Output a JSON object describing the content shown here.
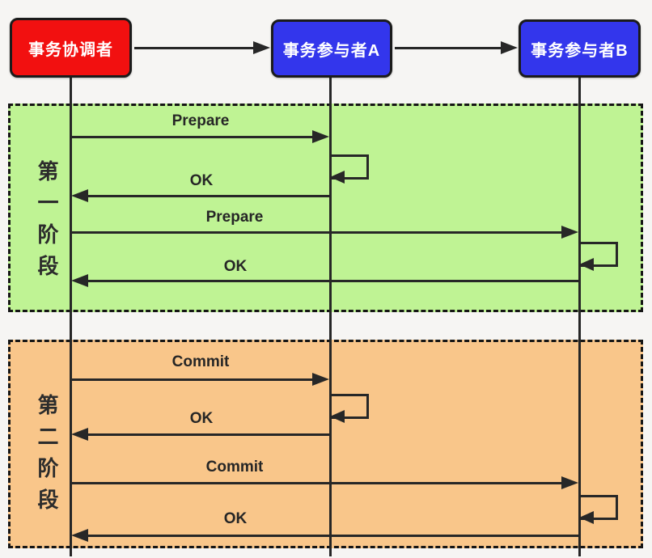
{
  "palette": {
    "background": "#f6f5f3",
    "coordinator_box": "#f21010",
    "participant_box": "#3336ec",
    "phase1_fill": "#bff394",
    "phase2_fill": "#f9c68a",
    "line_color": "#272727",
    "box_text": "#ffffff",
    "label_text": "#262626"
  },
  "actors": [
    {
      "id": "coordinator",
      "label": "事务协调者",
      "color": "#f21010"
    },
    {
      "id": "participant-a",
      "label": "事务参与者A",
      "color": "#3336ec"
    },
    {
      "id": "participant-b",
      "label": "事务参与者B",
      "color": "#3336ec"
    }
  ],
  "top_connectors": [
    {
      "from": "coordinator",
      "to": "participant-a"
    },
    {
      "from": "participant-a",
      "to": "participant-b"
    }
  ],
  "phases": [
    {
      "name": "第一阶段",
      "fill": "#bff394",
      "messages": [
        {
          "type": "message",
          "label": "Prepare",
          "from": "coordinator",
          "to": "participant-a",
          "direction": "right"
        },
        {
          "type": "self-loop",
          "label": "",
          "actor": "participant-a"
        },
        {
          "type": "message",
          "label": "OK",
          "from": "participant-a",
          "to": "coordinator",
          "direction": "left"
        },
        {
          "type": "message",
          "label": "Prepare",
          "from": "coordinator",
          "to": "participant-b",
          "direction": "right"
        },
        {
          "type": "self-loop",
          "label": "",
          "actor": "participant-b"
        },
        {
          "type": "message",
          "label": "OK",
          "from": "participant-b",
          "to": "coordinator",
          "direction": "left"
        }
      ]
    },
    {
      "name": "第二阶段",
      "fill": "#f9c68a",
      "messages": [
        {
          "type": "message",
          "label": "Commit",
          "from": "coordinator",
          "to": "participant-a",
          "direction": "right"
        },
        {
          "type": "self-loop",
          "label": "",
          "actor": "participant-a"
        },
        {
          "type": "message",
          "label": "OK",
          "from": "participant-a",
          "to": "coordinator",
          "direction": "left"
        },
        {
          "type": "message",
          "label": "Commit",
          "from": "coordinator",
          "to": "participant-b",
          "direction": "right"
        },
        {
          "type": "self-loop",
          "label": "",
          "actor": "participant-b"
        },
        {
          "type": "message",
          "label": "OK",
          "from": "participant-b",
          "to": "coordinator",
          "direction": "left"
        }
      ]
    }
  ]
}
